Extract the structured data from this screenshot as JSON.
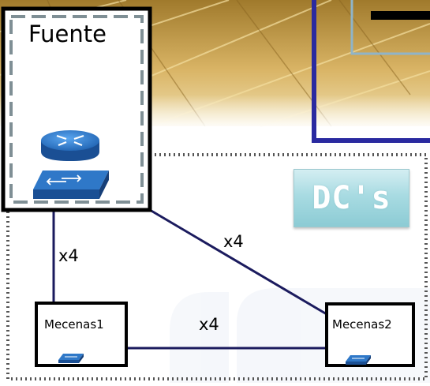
{
  "diagram": {
    "source_label": "Fuente",
    "dc_label": "DC's",
    "nodes": [
      {
        "id": "mecenas1",
        "label": "Mecenas1"
      },
      {
        "id": "mecenas2",
        "label": "Mecenas2"
      }
    ],
    "links": [
      {
        "from": "fuente",
        "to": "mecenas1",
        "label": "x4"
      },
      {
        "from": "fuente",
        "to": "mecenas2",
        "label": "x4"
      },
      {
        "from": "mecenas1",
        "to": "mecenas2",
        "label": "x4"
      }
    ]
  },
  "colors": {
    "link": "#1b1b5e",
    "dashed_border": "#7f8f95",
    "dotted_border": "#555555",
    "device_blue": "#2f78c8",
    "dc_box": "#a8dbe2",
    "floor": "#c9a24a",
    "window_frame": "#2a2aa0"
  },
  "icons": [
    "router-icon",
    "switch-icon"
  ]
}
